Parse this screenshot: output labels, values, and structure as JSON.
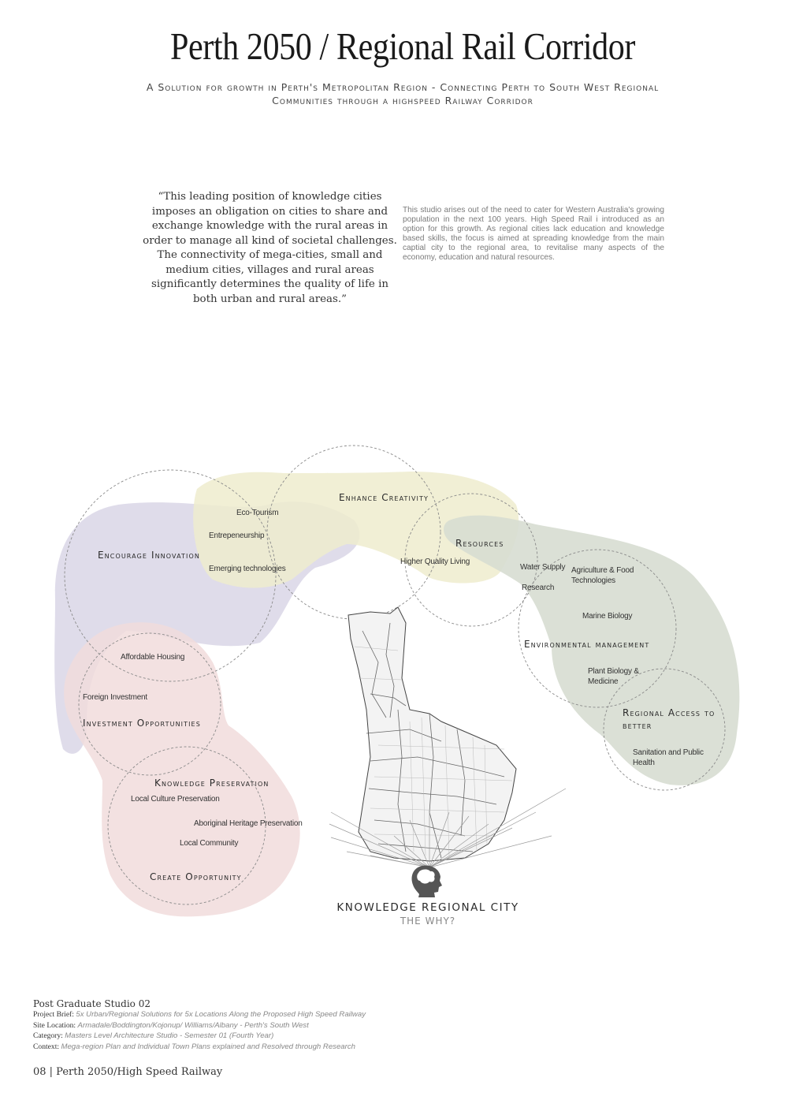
{
  "header": {
    "title": "Perth 2050 / Regional Rail Corridor",
    "subtitle": "A Solution for growth in Perth's Metropolitan Region - Connecting Perth to South West Regional Communities through a highspeed Railway Corridor"
  },
  "quote": "“This leading position of knowledge cities imposes an obligation on cities to share and exchange knowledge with the rural areas in order to manage all kind of societal challenges. The connectivity of mega-cities, small and medium cities, villages and rural areas significantly determines the quality of life in both urban and rural areas.”",
  "intro": "This studio arises out of the need to cater for Western Australia's growing population in the next 100 years. High Speed Rail i introduced as an option for this growth. As regional cities lack education and knowledge based skills, the focus is aimed at spreading knowledge from the main captial city to the regional area, to revitalise many aspects of the economy, education and natural resources.",
  "colors": {
    "purple_blob": "#d9d6e6",
    "yellow_blob": "#eeecce",
    "green_blob": "#d7ddd2",
    "pink_blob": "#f1dcdc",
    "circle_stroke": "#8a8a8a"
  },
  "diagram": {
    "circles": {
      "encourage_innovation": "Encourage Innovation",
      "enhance_creativity": "Enhance Creativity",
      "resources": "Resources",
      "environmental_management": "Environmental management",
      "regional_access": "Regional Access to better",
      "investment_opportunities": "Investment Opportunities",
      "knowledge_preservation": "Knowledge Preservation",
      "create_opportunity": "Create Opportunity"
    },
    "items": {
      "eco_tourism": "Eco-Tourism",
      "entrepeneurship": "Entrepeneurship",
      "emerging_technologies": "Emerging technologies",
      "higher_quality_living": "Higher Quality Living",
      "water_supply": "Water Supply",
      "research": "Research",
      "agriculture_food": "Agriculture & Food Technologies",
      "marine_biology": "Marine Biology",
      "plant_biology": "Plant Biology & Medicine",
      "sanitation": "Sanitation and Public Health",
      "affordable_housing": "Affordable Housing",
      "foreign_investment": "Foreign Investment",
      "local_culture": "Local Culture Preservation",
      "aboriginal_heritage": "Aboriginal Heritage Preservation",
      "local_community": "Local Community"
    },
    "center_title": "KNOWLEDGE REGIONAL CITY",
    "center_subtitle": "THE WHY?"
  },
  "footer": {
    "studio": "Post Graduate Studio 02",
    "brief_label": "Project Brief:",
    "brief_value": "5x Urban/Regional Solutions for 5x Locations Along the Proposed High Speed Railway",
    "site_label": "Site Location:",
    "site_value": "Armadale/Boddington/Kojonup/ Williams/Albany - Perth's South West",
    "category_label": "Category:",
    "category_value": "Masters Level Architecture Studio - Semester 01 (Fourth Year)",
    "context_label": "Context:",
    "context_value": "Mega-region Plan and Individual Town Plans explained and Resolved through Research",
    "page": "08 | Perth 2050/High Speed Railway"
  }
}
